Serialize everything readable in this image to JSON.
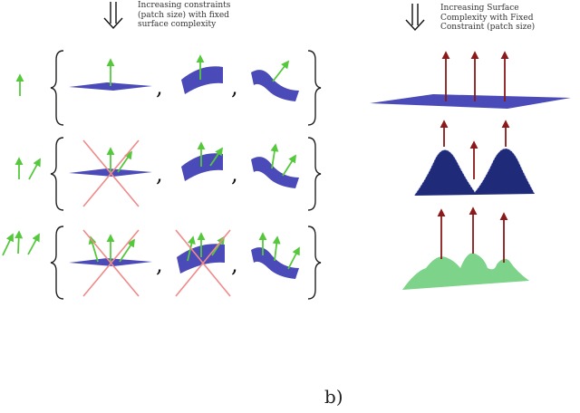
{
  "left_panel": {
    "caption": "Increasing constraints\n(patch size) with fixed\nsurface complexity",
    "rows": [
      {
        "normals": 1,
        "patches": [
          {
            "shape": "flat",
            "crossed": false
          },
          {
            "shape": "curved",
            "crossed": false
          },
          {
            "shape": "wavy",
            "crossed": false
          }
        ]
      },
      {
        "normals": 2,
        "patches": [
          {
            "shape": "flat",
            "crossed": true
          },
          {
            "shape": "curved",
            "crossed": false
          },
          {
            "shape": "wavy",
            "crossed": false
          }
        ]
      },
      {
        "normals": 3,
        "patches": [
          {
            "shape": "flat",
            "crossed": true
          },
          {
            "shape": "curved",
            "crossed": true
          },
          {
            "shape": "wavy",
            "crossed": false
          }
        ]
      }
    ],
    "separator": ","
  },
  "right_panel": {
    "caption": "Increasing Surface\nComplexity with Fixed\nConstraint (patch size)",
    "surfaces": [
      "flat-plane",
      "two-bump-surface",
      "three-bump-surface"
    ]
  },
  "panel_label": "b)",
  "colors": {
    "patch": "#4a4ab8",
    "patch_dark": "#1f2a78",
    "normal_green": "#55c83c",
    "normal_red": "#8b1a1a",
    "cross": "#f08a8a",
    "bump_green": "#7dd38a",
    "brace": "#222222"
  }
}
